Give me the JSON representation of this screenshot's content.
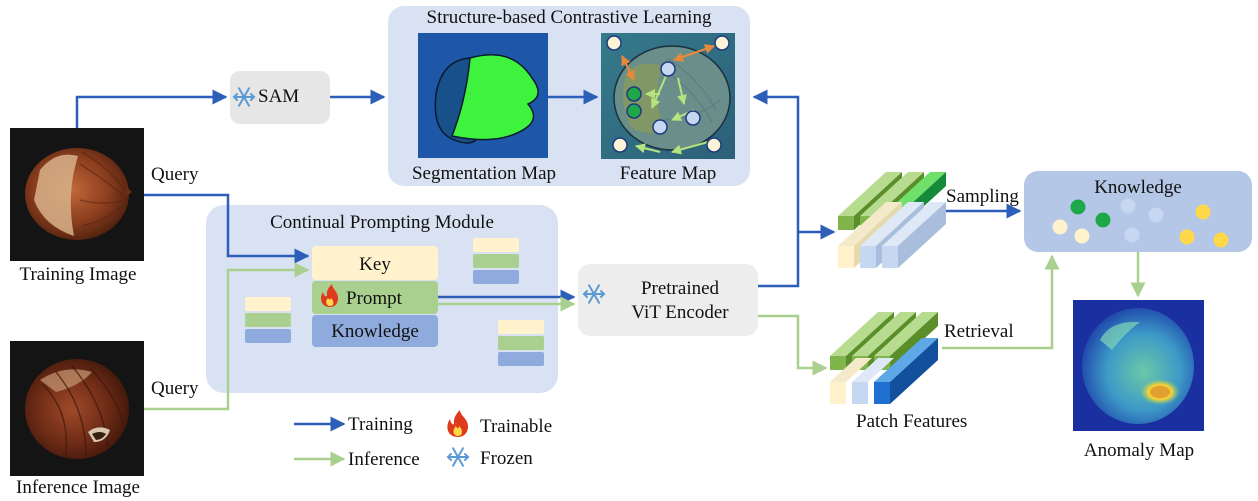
{
  "title": "Structure-based Contrastive Learning",
  "inputs": {
    "training_image": "Training Image",
    "inference_image": "Inference Image",
    "query_top": "Query",
    "query_bottom": "Query"
  },
  "sam": {
    "label": "SAM",
    "icon": "snowflake-icon"
  },
  "scl": {
    "title": "Structure-based Contrastive Learning",
    "segmentation_map": "Segmentation Map",
    "feature_map": "Feature Map"
  },
  "cpm": {
    "title": "Continual Prompting Module",
    "key": "Key",
    "prompt": "Prompt",
    "knowledge": "Knowledge"
  },
  "encoder": {
    "line1": "Pretrained",
    "line2": "ViT Encoder",
    "icon": "snowflake-icon"
  },
  "flow": {
    "sampling": "Sampling",
    "retrieval": "Retrieval",
    "patch_features": "Patch Features"
  },
  "knowledge_bank": {
    "title": "Knowledge"
  },
  "output": {
    "anomaly_map": "Anomaly Map"
  },
  "legend": {
    "training": "Training",
    "inference": "Inference",
    "trainable": "Trainable",
    "frozen": "Frozen"
  },
  "colors": {
    "training_arrow": "#2e5fb8",
    "inference_arrow": "#a9d08e",
    "panel_blue": "#d9e2f3",
    "key_fill": "#fff2cc",
    "prompt_fill": "#a9d08e",
    "knowledge_fill": "#8faadc",
    "snowflake": "#5b9bd5",
    "flame": "#e03a1e"
  }
}
